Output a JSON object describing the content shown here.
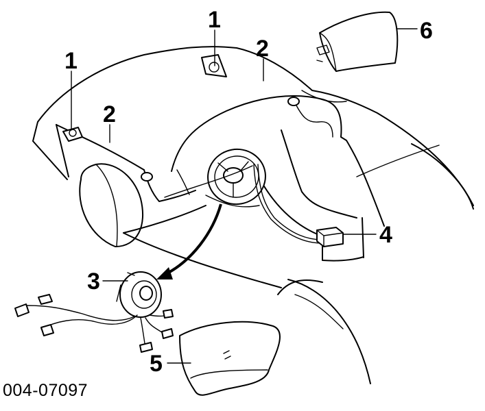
{
  "callouts": {
    "c1_left": "1",
    "c1_top": "1",
    "c2_left": "2",
    "c2_top": "2",
    "c3": "3",
    "c4": "4",
    "c5": "5",
    "c6": "6"
  },
  "diagram_code": "004-07097"
}
